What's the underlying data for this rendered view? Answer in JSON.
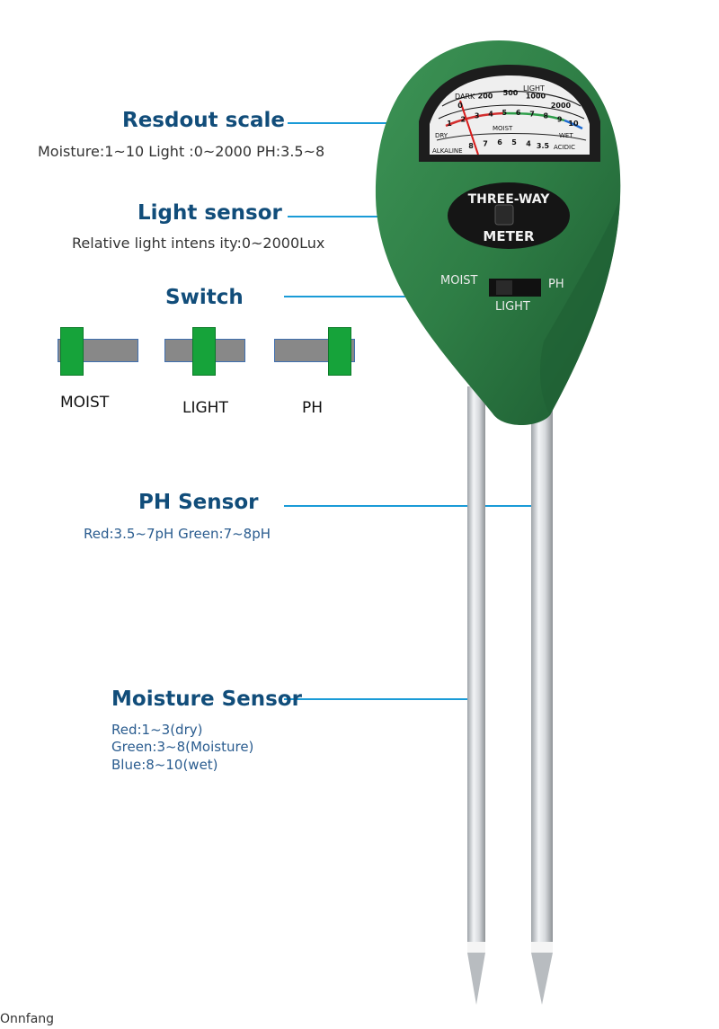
{
  "callouts": {
    "readout": {
      "title": "Resdout scale",
      "desc": "Moisture:1~10   Light :0~2000  PH:3.5~8"
    },
    "light": {
      "title": "Light sensor",
      "desc": "Relative light intens ity:0~2000Lux"
    },
    "switch": {
      "title": "Switch"
    },
    "ph": {
      "title": "PH Sensor",
      "desc": "Red:3.5~7pH     Green:7~8pH"
    },
    "moisture": {
      "title": "Moisture Sensor",
      "desc_lines": [
        "Red:1~3(dry)",
        "Green:3~8(Moisture)",
        "Blue:8~10(wet)"
      ]
    }
  },
  "switch_positions": [
    "MOIST",
    "LIGHT",
    "PH"
  ],
  "meter": {
    "dark_label": "DARK",
    "light_label": "LIGHT",
    "light_ticks": [
      "0",
      "200",
      "500",
      "1000",
      "2000"
    ],
    "moist_label": "MOIST",
    "moist_ticks": [
      "1",
      "2",
      "3",
      "4",
      "5",
      "6",
      "7",
      "8",
      "9",
      "10"
    ],
    "dry_label": "DRY",
    "wet_label": "WET",
    "ph_ticks": [
      "8",
      "7",
      "6",
      "5",
      "4",
      "3.5"
    ],
    "alkaline_label": "ALKALINE",
    "acidic_label": "ACIDIC",
    "brand_top": "THREE-WAY",
    "brand_bottom": "METER",
    "switch_left": "MOIST",
    "switch_right": "PH",
    "switch_bottom": "LIGHT"
  },
  "colors": {
    "title": "#114d7a",
    "leader": "#1a9bd7",
    "body_green": "#2e7d45",
    "knob_green": "#16a33a",
    "bar_gray": "#888888"
  },
  "credit": "Onnfang"
}
